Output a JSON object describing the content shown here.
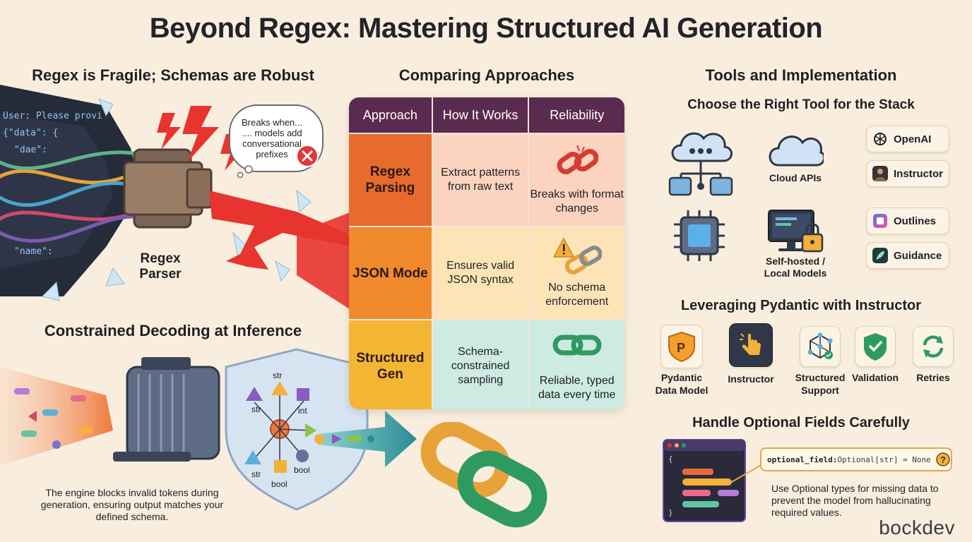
{
  "title": "Beyond Regex: Mastering Structured AI Generation",
  "left": {
    "heading": "Regex is Fragile; Schemas are Robust",
    "parser_label": "Regex\nParser",
    "code_lines": [
      "User: Please provi",
      "{\"data\": {",
      "\"dae\":",
      "\"name\":"
    ],
    "bubble_text": "Breaks when...\n.... models add\nconversational\nprefixes",
    "decoding_heading": "Constrained Decoding at Inference",
    "shield_labels": [
      "str",
      "str",
      "int",
      "str",
      "bool",
      "bool"
    ],
    "engine_caption": "The engine blocks invalid tokens during generation, ensuring output matches your defined schema."
  },
  "middle": {
    "heading": "Comparing Approaches",
    "headers": [
      "Approach",
      "How It Works",
      "Reliability"
    ],
    "rows": [
      {
        "approach": "Regex Parsing",
        "how": "Extract patterns from raw text",
        "reliability": "Breaks with format changes"
      },
      {
        "approach": "JSON Mode",
        "how": "Ensures valid JSON syntax",
        "reliability": "No schema enforcement"
      },
      {
        "approach": "Structured Gen",
        "how": "Schema-constrained sampling",
        "reliability": "Reliable, typed data every time"
      }
    ]
  },
  "right": {
    "heading": "Tools and Implementation",
    "subheading": "Choose the Right Tool for the Stack",
    "cloud_label": "Cloud APIs",
    "local_label": "Self-hosted /\nLocal Models",
    "tools": [
      "OpenAI",
      "Instructor",
      "Outlines",
      "Guidance"
    ],
    "pydantic_heading": "Leveraging Pydantic with Instructor",
    "pydantic_items": [
      "Pydantic\nData Model",
      "Instructor",
      "Structured\nSupport",
      "Validation",
      "Retries"
    ],
    "optional_heading": "Handle Optional Fields Carefully",
    "code_key": "optional_field:",
    "code_type": " Optional[str] = None",
    "optional_note": "Use Optional types for missing data to prevent the model from hallucinating required values."
  },
  "brand": "bockdev",
  "colors": {
    "header": "#5b2a4f",
    "regex_row": "#e76b2c",
    "json_row": "#f08a2c",
    "struct_row": "#f4b534",
    "regex_bg": "#fcd3bf",
    "json_bg": "#fde4b6",
    "struct_bg": "#cdebe3"
  }
}
